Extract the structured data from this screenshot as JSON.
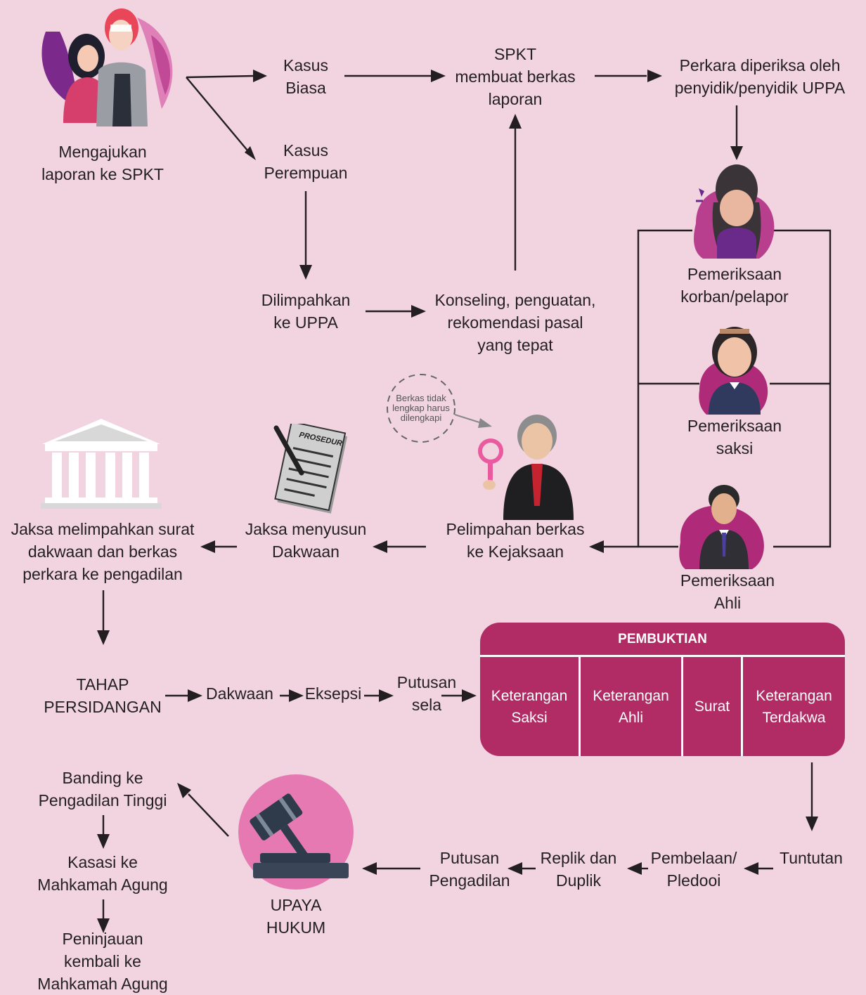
{
  "nodes": {
    "mengajukan": "Mengajukan\nlaporan ke SPKT",
    "kasus_biasa": "Kasus\nBiasa",
    "kasus_perempuan": "Kasus\nPerempuan",
    "spkt": "SPKT\nmembuat berkas\nlaporan",
    "perkara": "Perkara diperiksa oleh\npenyidik/penyidik UPPA",
    "dilimpahkan": "Dilimpahkan\nke UPPA",
    "konseling": "Konseling, penguatan,\nrekomendasi pasal\nyang tepat",
    "korban": "Pemeriksaan\nkorban/pelapor",
    "saksi": "Pemeriksaan\nsaksi",
    "ahli": "Pemeriksaan\nAhli",
    "berkas_note": "Berkas tidak\nlengkap harus\ndilengkapi",
    "prosedur": "PROSEDUR",
    "pelimpahan": "Pelimpahan berkas\nke Kejaksaan",
    "menyusun": "Jaksa menyusun\nDakwaan",
    "melimpahkan": "Jaksa melimpahkan surat\ndakwaan dan berkas\nperkara ke pengadilan",
    "tahap": "TAHAP\nPERSIDANGAN",
    "dakwaan": "Dakwaan",
    "eksepsi": "Eksepsi",
    "putusan_sela": "Putusan\nsela",
    "tuntutan": "Tuntutan",
    "pembelaan": "Pembelaan/\nPledooi",
    "replik": "Replik dan\nDuplik",
    "putusan_pengadilan": "Putusan\nPengadilan",
    "upaya": "UPAYA\nHUKUM",
    "banding": "Banding ke\nPengadilan Tinggi",
    "kasasi": "Kasasi ke\nMahkamah Agung",
    "peninjauan": "Peninjauan\nkembali ke\nMahkamah Agung"
  },
  "pembuktian": {
    "title": "PEMBUKTIAN",
    "items": [
      "Keterangan\nSaksi",
      "Keterangan\nAhli",
      "Surat",
      "Keterangan\nTerdakwa"
    ]
  },
  "colors": {
    "background": "#f1d4e0",
    "accent": "#b12b64",
    "line": "#231f20"
  },
  "icons": [
    "couple-icon",
    "crying-victim-icon",
    "witness-woman-icon",
    "expert-man-icon",
    "investigator-magnifier-icon",
    "prosecutor-document-icon",
    "courthouse-icon",
    "judge-gavel-icon"
  ]
}
